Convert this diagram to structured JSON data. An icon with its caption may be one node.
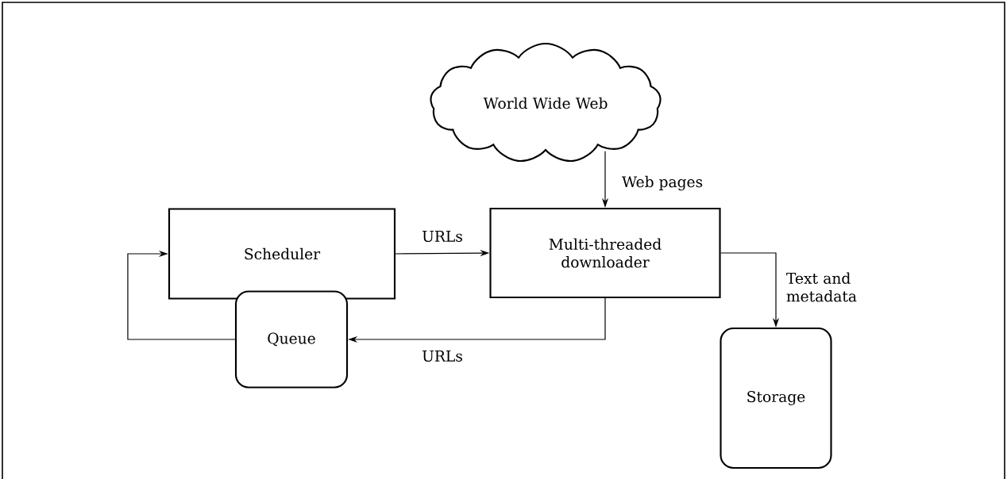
{
  "diagram": {
    "nodes": [
      {
        "text": [
          "World Wide Web"
        ]
      },
      {
        "text": [
          "Scheduler"
        ]
      },
      {
        "text": [
          "Queue"
        ]
      },
      {
        "text": [
          "Multi-threaded downloader"
        ]
      },
      {
        "text": [
          "Storage"
        ]
      }
    ],
    "edges": [
      {
        "from": 0,
        "to": 3,
        "arrow": "to",
        "label": "Web pages"
      },
      {
        "from": 1,
        "to": 3,
        "arrow": "to",
        "label": "URLs"
      },
      {
        "from": 3,
        "to": 2,
        "arrow": "to",
        "label": "URLs"
      },
      {
        "from": 3,
        "to": 4,
        "arrow": "to",
        "label": "Text and metadata"
      },
      {
        "from": 2,
        "to": 1,
        "arrow": "to"
      }
    ]
  }
}
